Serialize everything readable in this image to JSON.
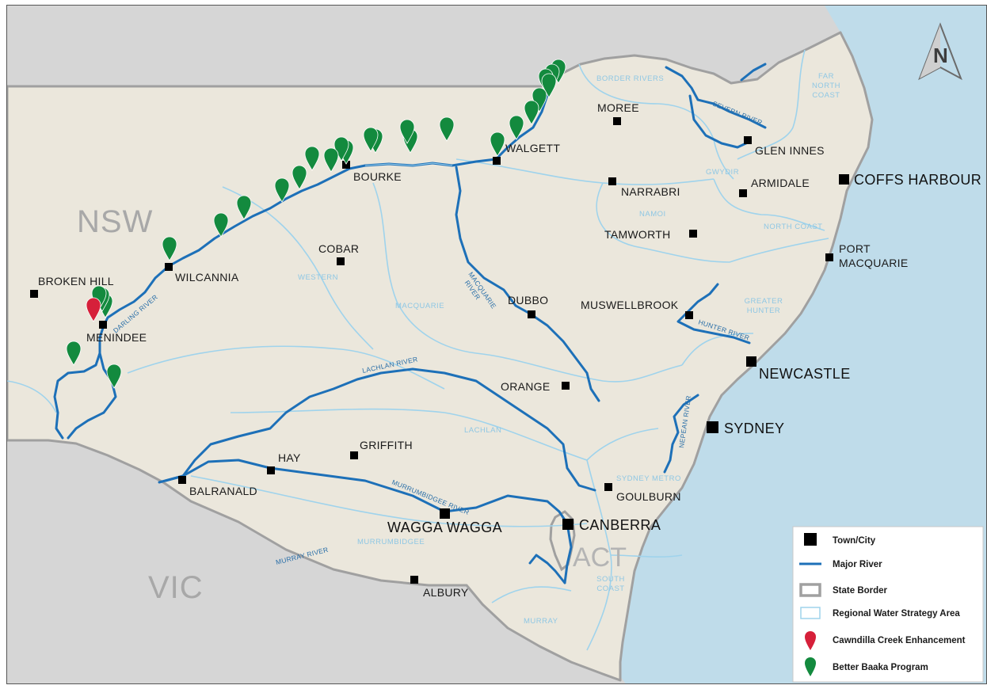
{
  "map": {
    "state_labels": {
      "nsw": "NSW",
      "vic": "VIC",
      "act": "ACT"
    },
    "colors": {
      "land": "#ebe7dc",
      "other_state": "#d6d6d6",
      "ocean": "#bfdcea",
      "river": "#1d70b8",
      "region_border": "#9fd3ec",
      "state_border": "#a0a0a0",
      "cawndilla_pin": "#d6203a",
      "baaka_pin": "#138a3e",
      "town_marker": "#000000"
    },
    "towns": [
      {
        "id": "moree",
        "name": "MOREE"
      },
      {
        "id": "glen-innes",
        "name": "GLEN INNES"
      },
      {
        "id": "walgett",
        "name": "WALGETT"
      },
      {
        "id": "bourke",
        "name": "BOURKE"
      },
      {
        "id": "narrabri",
        "name": "NARRABRI"
      },
      {
        "id": "armidale",
        "name": "ARMIDALE"
      },
      {
        "id": "tamworth",
        "name": "TAMWORTH"
      },
      {
        "id": "port-macquarie",
        "name": "PORT\nMACQUARIE"
      },
      {
        "id": "cobar",
        "name": "COBAR"
      },
      {
        "id": "wilcannia",
        "name": "WILCANNIA"
      },
      {
        "id": "broken-hill",
        "name": "BROKEN HILL"
      },
      {
        "id": "menindee",
        "name": "MENINDEE"
      },
      {
        "id": "dubbo",
        "name": "DUBBO"
      },
      {
        "id": "muswellbrook",
        "name": "MUSWELLBROOK"
      },
      {
        "id": "orange",
        "name": "ORANGE"
      },
      {
        "id": "griffith",
        "name": "GRIFFITH"
      },
      {
        "id": "hay",
        "name": "HAY"
      },
      {
        "id": "balranald",
        "name": "BALRANALD"
      },
      {
        "id": "goulburn",
        "name": "GOULBURN"
      },
      {
        "id": "albury",
        "name": "ALBURY"
      }
    ],
    "cities": [
      {
        "id": "coffs-harbour",
        "name": "COFFS HARBOUR"
      },
      {
        "id": "newcastle",
        "name": "NEWCASTLE"
      },
      {
        "id": "sydney",
        "name": "SYDNEY"
      },
      {
        "id": "canberra",
        "name": "CANBERRA"
      },
      {
        "id": "wagga-wagga",
        "name": "WAGGA WAGGA"
      }
    ],
    "regions": [
      {
        "id": "border-rivers",
        "name": "BORDER RIVERS"
      },
      {
        "id": "far-north-coast",
        "name": "FAR\nNORTH\nCOAST"
      },
      {
        "id": "gwydir",
        "name": "GWYDIR"
      },
      {
        "id": "namoi",
        "name": "NAMOI"
      },
      {
        "id": "north-coast",
        "name": "NORTH COAST"
      },
      {
        "id": "western",
        "name": "WESTERN"
      },
      {
        "id": "macquarie",
        "name": "MACQUARIE"
      },
      {
        "id": "greater-hunter",
        "name": "GREATER\nHUNTER"
      },
      {
        "id": "lachlan",
        "name": "LACHLAN"
      },
      {
        "id": "murrumbidgee",
        "name": "MURRUMBIDGEE"
      },
      {
        "id": "sydney-metro",
        "name": "SYDNEY METRO"
      },
      {
        "id": "south-coast",
        "name": "SOUTH\nCOAST"
      },
      {
        "id": "murray",
        "name": "MURRAY"
      }
    ],
    "river_labels": [
      {
        "id": "severn",
        "name": "SEVERN RIVER"
      },
      {
        "id": "darling",
        "name": "DARLING RIVER"
      },
      {
        "id": "macquarie",
        "name": "MACQUARIE\nRIVER"
      },
      {
        "id": "hunter",
        "name": "HUNTER RIVER"
      },
      {
        "id": "lachlan",
        "name": "LACHLAN RIVER"
      },
      {
        "id": "nepean",
        "name": "NEPEAN RIVER"
      },
      {
        "id": "murrumbidgee",
        "name": "MURRUMBIDGEE RIVER"
      },
      {
        "id": "murray",
        "name": "MURRAY RIVER"
      }
    ]
  },
  "legend": {
    "items": [
      {
        "id": "town-city",
        "label": "Town/City"
      },
      {
        "id": "major-river",
        "label": "Major River"
      },
      {
        "id": "state-border",
        "label": "State Border"
      },
      {
        "id": "regional-water-strategy-area",
        "label": "Regional Water Strategy Area"
      },
      {
        "id": "cawndilla-creek",
        "label": "Cawndilla Creek Enhancement"
      },
      {
        "id": "better-baaka",
        "label": "Better Baaka Program"
      }
    ]
  },
  "north_arrow": {
    "letter": "N"
  }
}
